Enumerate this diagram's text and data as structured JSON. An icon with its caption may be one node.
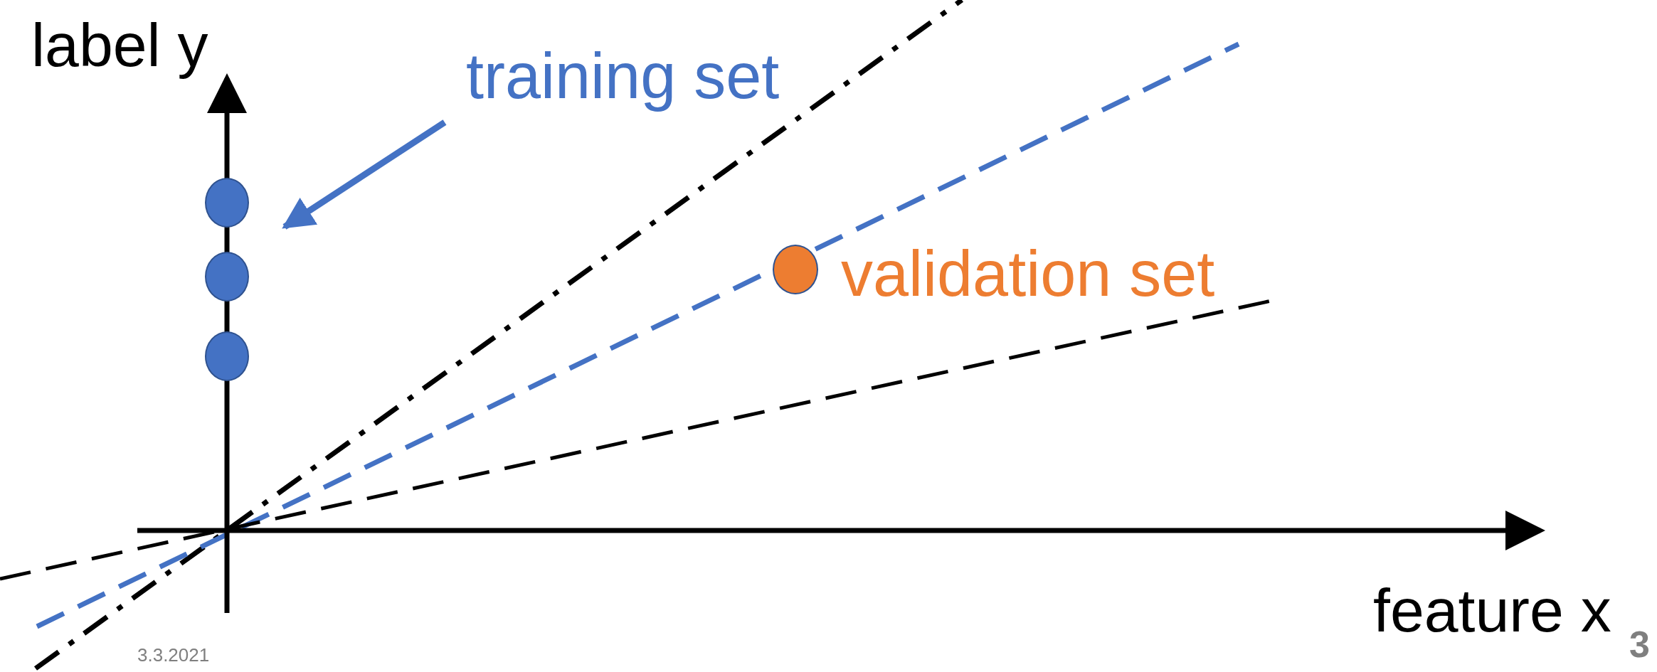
{
  "diagram": {
    "nodes": [
      {
        "text": [
          "training set"
        ]
      },
      {
        "text": [],
        "shape": "circle"
      },
      {
        "text": [],
        "shape": "circle"
      },
      {
        "text": [],
        "shape": "circle"
      },
      {
        "text": [],
        "shape": "circle",
        "beside": [
          "validation set"
        ]
      }
    ],
    "edges": [
      {
        "from": 0,
        "to": 2,
        "arrow": "to",
        "color": "#4472c4"
      }
    ],
    "labels": [
      "label y",
      "feature x",
      "3.3.2021",
      "3"
    ]
  }
}
